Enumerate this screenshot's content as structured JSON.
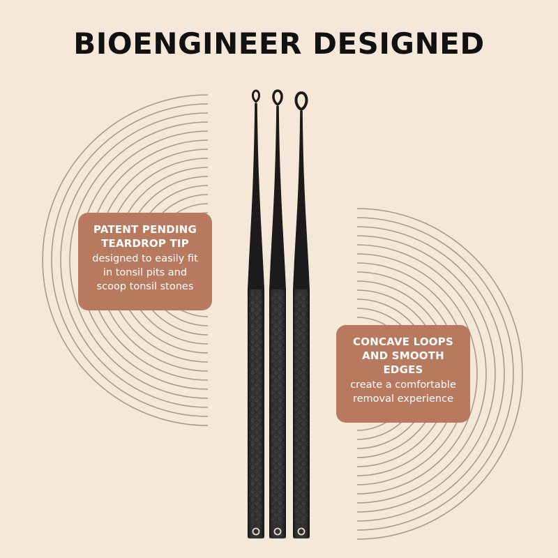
{
  "headline": "BIOENGINEER DESIGNED",
  "colors": {
    "background": "#f5e8d8",
    "callout": "#b87a5e",
    "arc_stroke": "#a49a90",
    "pick": "#1b1b1b",
    "text_dark": "#111111"
  },
  "callouts": {
    "left": {
      "title_lines": [
        "PATENT PENDING",
        "TEARDROP TIP"
      ],
      "body_lines": [
        "designed to easily fit",
        "in tonsil pits and",
        "scoop tonsil stones"
      ]
    },
    "right": {
      "title_lines": [
        "CONCAVE LOOPS",
        "AND SMOOTH",
        "EDGES"
      ],
      "body_lines": [
        "create a comfortable",
        "removal experience"
      ]
    }
  },
  "products": {
    "count": 3,
    "tip_shape": "teardrop-loop",
    "grip_pattern": "diamond-texture"
  }
}
